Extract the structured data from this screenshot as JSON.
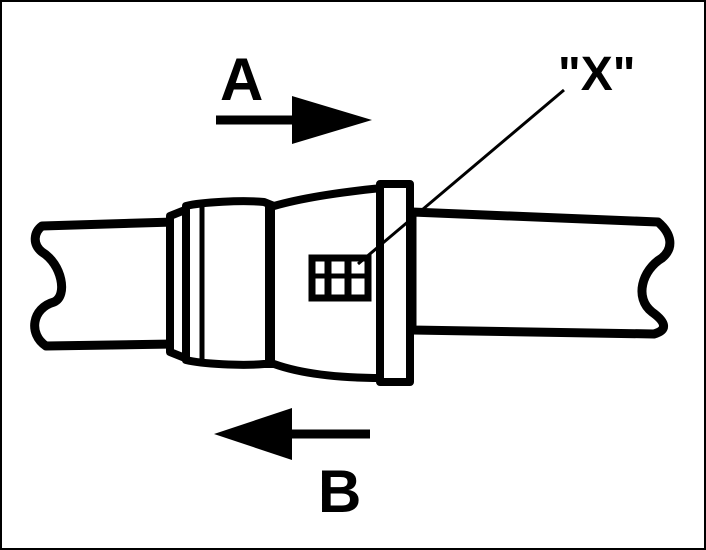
{
  "diagram": {
    "labels": {
      "arrow_a": "A",
      "arrow_b": "B",
      "callout_x": "\"X\""
    },
    "colors": {
      "ink": "#000000",
      "paper": "#ffffff"
    }
  }
}
